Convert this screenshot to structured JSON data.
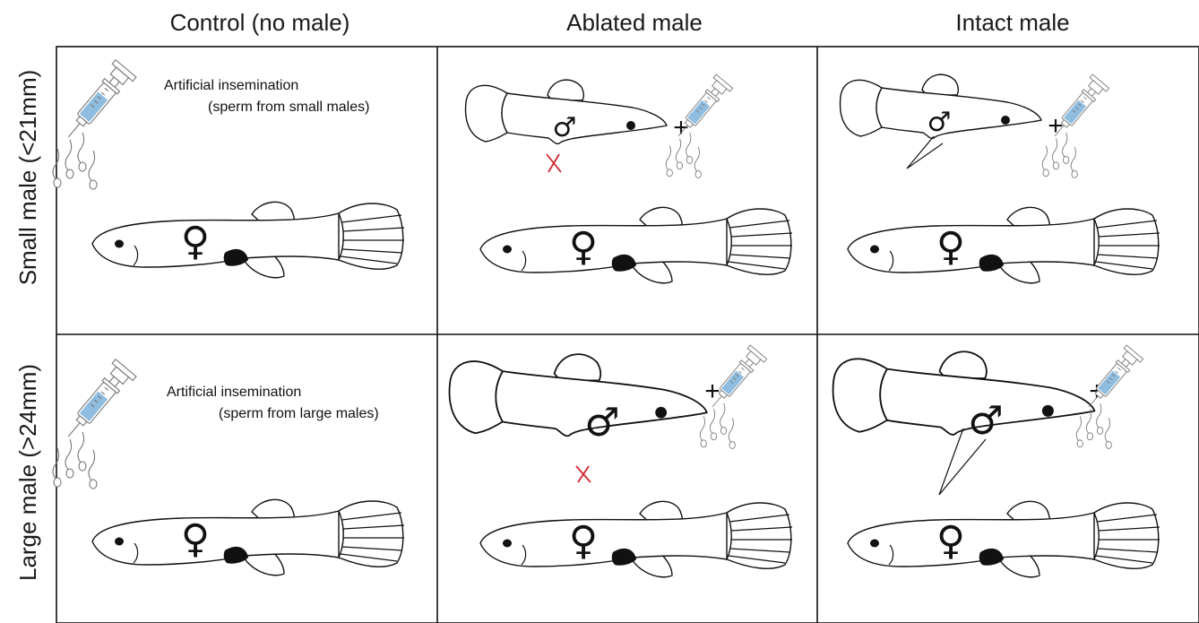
{
  "columns": [
    "Control (no male)",
    "Ablated male",
    "Intact male"
  ],
  "rows": [
    "Small male (<21mm)",
    "Large male (>24mm)"
  ],
  "symbols": {
    "female": "♀",
    "male": "♂",
    "plus": "+"
  },
  "artificial_insemination": {
    "label": "Artificial insemination",
    "small_note": "(sperm from small males)",
    "large_note": "(sperm from large males)"
  },
  "colors": {
    "syringe_liquid": "#8fbde0",
    "ablation_mark": "#d0262e",
    "outline": "#111111"
  },
  "icons": [
    "syringe-icon",
    "sperm-icon",
    "female-fish-icon",
    "male-fish-icon",
    "ablation-x-icon"
  ]
}
